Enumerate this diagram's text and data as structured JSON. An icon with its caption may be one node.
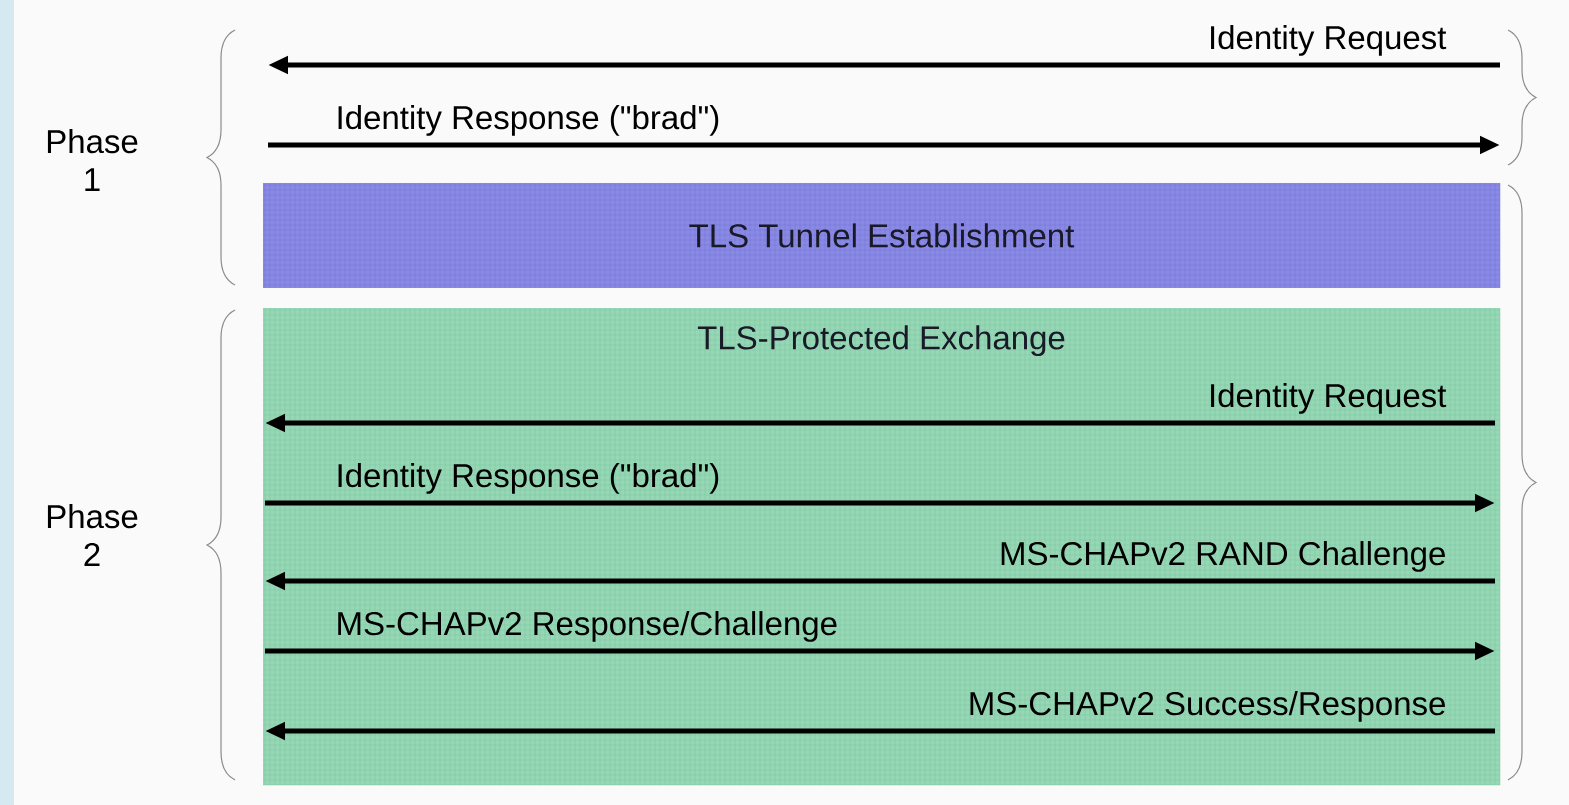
{
  "diagram": {
    "nodes": [
      {
        "text": [
          "TLS Tunnel Establishment"
        ]
      },
      {
        "text": [
          "TLS-Protected Exchange"
        ]
      }
    ],
    "labels": [
      "Identity Request",
      "Identity Response (\"brad\")",
      "Phase 1",
      "Identity Request",
      "Identity Response (\"brad\")",
      "Phase 2",
      "MS-CHAPv2 RAND Challenge",
      "MS-CHAPv2 Response/Challenge",
      "MS-CHAPv2 Success/Response"
    ]
  }
}
